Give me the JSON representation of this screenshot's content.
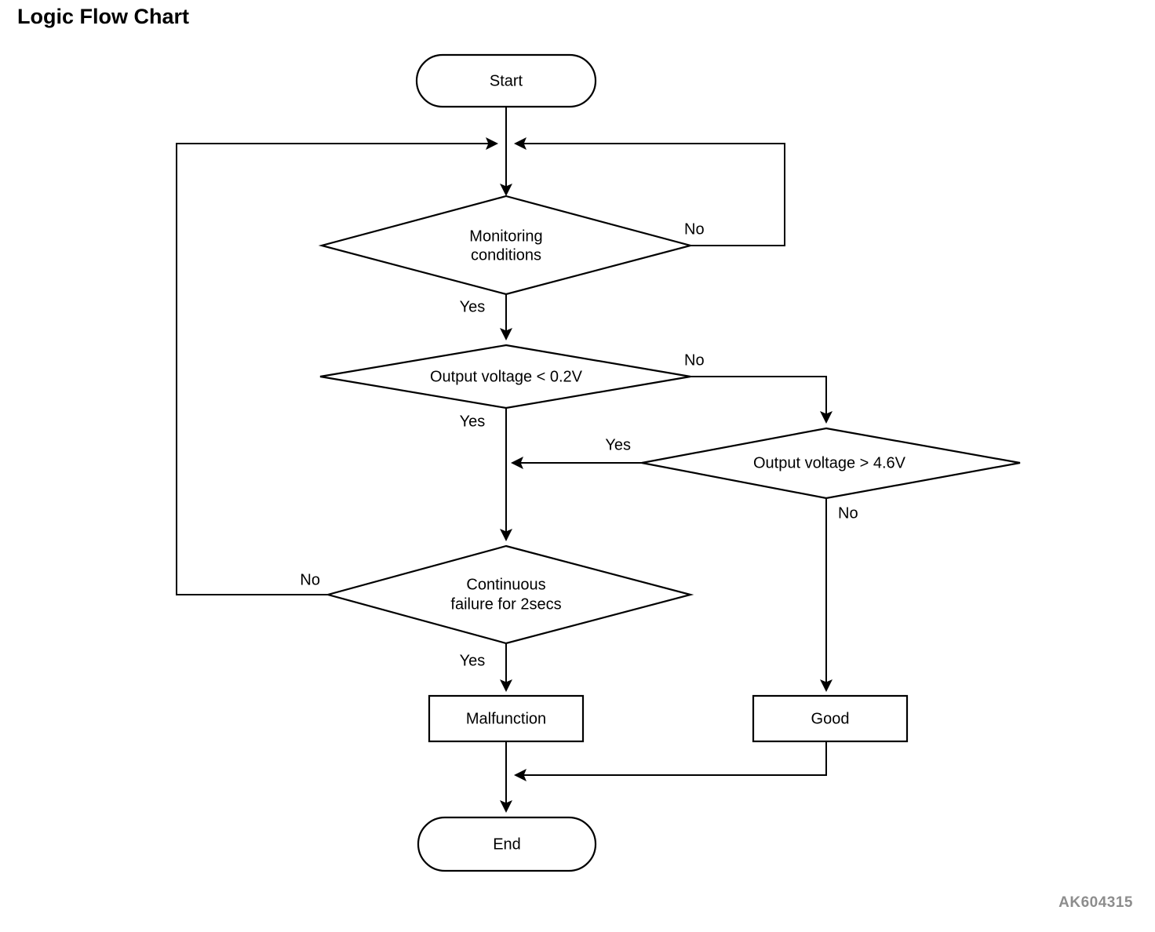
{
  "page": {
    "title": "Logic Flow Chart",
    "figure_code": "AK604315",
    "accent_color": "#000000",
    "figure_code_color": "#8d8d8d",
    "background_color": "#ffffff"
  },
  "chart_data": {
    "type": "diagram",
    "title": "Logic Flow Chart",
    "nodes": [
      {
        "id": "start",
        "shape": "terminator",
        "label": "Start"
      },
      {
        "id": "monitor",
        "shape": "decision",
        "label_line1": "Monitoring",
        "label_line2": "conditions"
      },
      {
        "id": "low",
        "shape": "decision",
        "label_line1": "Output voltage < 0.2V",
        "label_line2": ""
      },
      {
        "id": "high",
        "shape": "decision",
        "label_line1": "Output voltage > 4.6V",
        "label_line2": ""
      },
      {
        "id": "cont",
        "shape": "decision",
        "label_line1": "Continuous",
        "label_line2": "failure for 2secs"
      },
      {
        "id": "malfunc",
        "shape": "process",
        "label": "Malfunction"
      },
      {
        "id": "good",
        "shape": "process",
        "label": "Good"
      },
      {
        "id": "end",
        "shape": "terminator",
        "label": "End"
      }
    ],
    "edges": [
      {
        "from": "start",
        "to": "monitor",
        "label": ""
      },
      {
        "from": "monitor",
        "to": "monitor",
        "label": "No"
      },
      {
        "from": "monitor",
        "to": "low",
        "label": "Yes"
      },
      {
        "from": "low",
        "to": "cont",
        "label": "Yes"
      },
      {
        "from": "low",
        "to": "high",
        "label": "No"
      },
      {
        "from": "high",
        "to": "cont",
        "label": "Yes"
      },
      {
        "from": "high",
        "to": "good",
        "label": "No"
      },
      {
        "from": "cont",
        "to": "monitor",
        "label": "No"
      },
      {
        "from": "cont",
        "to": "malfunc",
        "label": "Yes"
      },
      {
        "from": "malfunc",
        "to": "end",
        "label": ""
      },
      {
        "from": "good",
        "to": "end",
        "label": ""
      }
    ]
  },
  "nodes": {
    "start": {
      "label": "Start"
    },
    "monitor": {
      "line1": "Monitoring",
      "line2": "conditions"
    },
    "low_voltage": {
      "label": "Output voltage < 0.2V"
    },
    "high_voltage": {
      "label": "Output voltage > 4.6V"
    },
    "continuous": {
      "line1": "Continuous",
      "line2": "failure for 2secs"
    },
    "malfunction": {
      "label": "Malfunction"
    },
    "good": {
      "label": "Good"
    },
    "end": {
      "label": "End"
    }
  },
  "edge_labels": {
    "monitor_no": "No",
    "monitor_yes": "Yes",
    "low_no": "No",
    "low_yes": "Yes",
    "high_yes": "Yes",
    "high_no": "No",
    "cont_no": "No",
    "cont_yes": "Yes"
  }
}
